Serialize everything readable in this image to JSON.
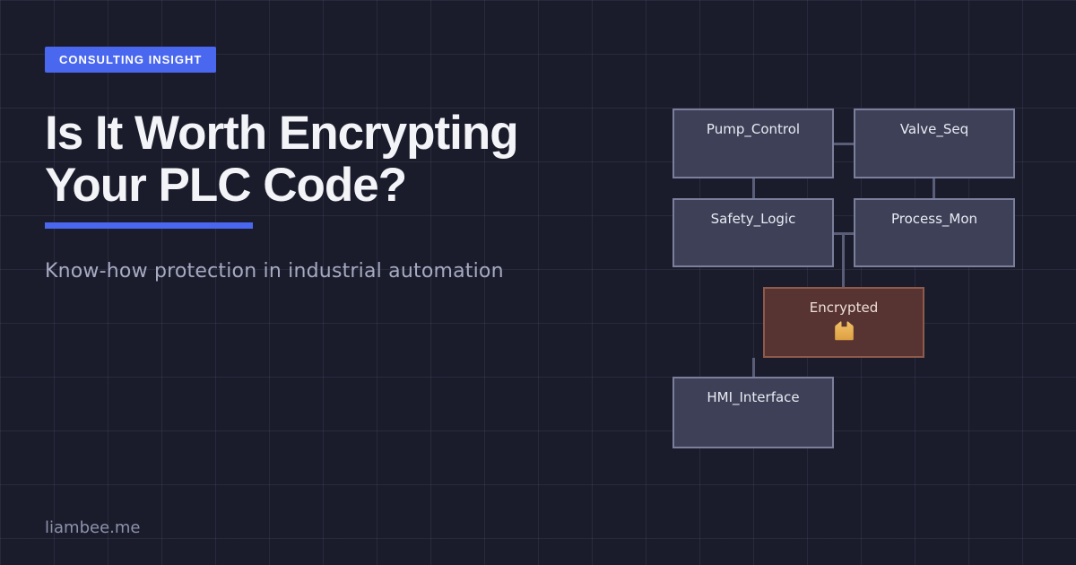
{
  "badge": {
    "label": "CONSULTING INSIGHT"
  },
  "title": {
    "line1": "Is It Worth Encrypting",
    "line2": "Your PLC Code?"
  },
  "subtitle": "Know-how protection in industrial automation",
  "footer": {
    "site_label": "liambee.me"
  },
  "colors": {
    "background": "#1b1c2b",
    "grid_line": "#34364e",
    "accent_blue": "#4a67ef",
    "title_text": "#f3f4f8",
    "subtitle_text": "#a6aac2",
    "node_fill": "#3d4056",
    "node_border": "#7b7f9b",
    "node_text": "#e9ebf4",
    "encrypted_fill": "#573431",
    "encrypted_border": "#8d5a4b",
    "encrypted_text": "#eedfd8",
    "lock_gold": "#e9ae54",
    "connector": "#595d77"
  },
  "diagram": {
    "nodes": [
      {
        "label": "Pump_Control"
      },
      {
        "label": "Valve_Seq"
      },
      {
        "label": "Safety_Logic"
      },
      {
        "label": "Process_Mon"
      },
      {
        "label": "Encrypted",
        "highlighted": true,
        "icon": "lock-icon"
      },
      {
        "label": "HMI_Interface"
      }
    ]
  }
}
